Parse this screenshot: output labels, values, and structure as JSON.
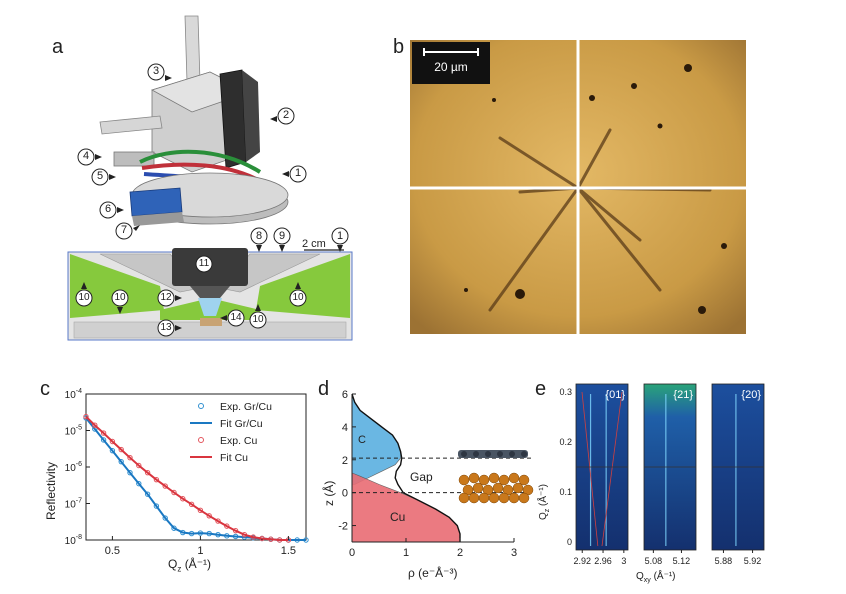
{
  "figure": {
    "panels": [
      {
        "letter": "a"
      },
      {
        "letter": "b"
      },
      {
        "letter": "c"
      },
      {
        "letter": "d"
      },
      {
        "letter": "e"
      }
    ]
  },
  "panel_a": {
    "top_callouts": [
      "3",
      "2",
      "4",
      "1",
      "5",
      "6",
      "7"
    ],
    "bottom_callouts": [
      "8",
      "9",
      "1",
      "11",
      "12",
      "13",
      "14",
      "10",
      "10",
      "10",
      "10"
    ],
    "scale_label": "2 cm",
    "colors": {
      "green": "#86c93d",
      "blue_cone": "#9fd3ee",
      "grey": "#c6c6c6"
    }
  },
  "panel_b": {
    "scale_label": "20 µm",
    "colors": {
      "background": "#c99a45",
      "crosshair": "#ffffff"
    }
  },
  "chart_data": [
    {
      "id": "c",
      "type": "scatter",
      "xlabel": "Q",
      "xlabel_sub": "z",
      "xlabel_unit": "(Å⁻¹)",
      "ylabel": "Reflectivity",
      "log_y": true,
      "xlim": [
        0.35,
        1.6
      ],
      "ylim": [
        1e-08,
        0.0001
      ],
      "x_ticks": [
        "0.5",
        "1",
        "1.5"
      ],
      "y_ticks": [
        {
          "base": "10",
          "exp": "-4"
        },
        {
          "base": "10",
          "exp": "-5"
        },
        {
          "base": "10",
          "exp": "-6"
        },
        {
          "base": "10",
          "exp": "-7"
        },
        {
          "base": "10",
          "exp": "-8"
        }
      ],
      "legend_position": "top-right",
      "series": [
        {
          "name": "Exp. Gr/Cu",
          "kind": "markers",
          "color": "#2f8fd0",
          "x": [
            0.35,
            0.4,
            0.45,
            0.5,
            0.55,
            0.6,
            0.65,
            0.7,
            0.75,
            0.8,
            0.85,
            0.9,
            0.95,
            1.0,
            1.05,
            1.1,
            1.15,
            1.2,
            1.25,
            1.3,
            1.35,
            1.4,
            1.45,
            1.5,
            1.55,
            1.6
          ],
          "y": [
            2.2e-05,
            1.1e-05,
            5.5e-06,
            2.8e-06,
            1.4e-06,
            7e-07,
            3.5e-07,
            1.8e-07,
            8.5e-08,
            4e-08,
            2.1e-08,
            1.6e-08,
            1.5e-08,
            1.55e-08,
            1.5e-08,
            1.4e-08,
            1.3e-08,
            1.25e-08,
            1.2e-08,
            1.15e-08,
            1.1e-08,
            1.05e-08,
            1e-08,
            1e-08,
            1e-08,
            1e-08
          ]
        },
        {
          "name": "Fit Gr/Cu",
          "kind": "line",
          "color": "#1a78c2",
          "x": [
            0.35,
            0.4,
            0.45,
            0.5,
            0.55,
            0.6,
            0.65,
            0.7,
            0.75,
            0.8,
            0.85,
            0.9,
            0.95,
            1.0,
            1.05,
            1.1,
            1.15,
            1.2,
            1.25,
            1.3,
            1.35,
            1.4,
            1.45,
            1.5,
            1.55,
            1.6
          ],
          "y": [
            2.2e-05,
            1.1e-05,
            5.5e-06,
            2.8e-06,
            1.4e-06,
            7e-07,
            3.5e-07,
            1.8e-07,
            8.5e-08,
            4e-08,
            2.1e-08,
            1.6e-08,
            1.5e-08,
            1.55e-08,
            1.5e-08,
            1.4e-08,
            1.3e-08,
            1.25e-08,
            1.2e-08,
            1.15e-08,
            1.1e-08,
            1.05e-08,
            1e-08,
            1e-08,
            1e-08,
            1e-08
          ]
        },
        {
          "name": "Exp. Cu",
          "kind": "markers",
          "color": "#e3545c",
          "x": [
            0.35,
            0.4,
            0.45,
            0.5,
            0.55,
            0.6,
            0.65,
            0.7,
            0.75,
            0.8,
            0.85,
            0.9,
            0.95,
            1.0,
            1.05,
            1.1,
            1.15,
            1.2,
            1.25,
            1.3,
            1.35,
            1.4,
            1.45,
            1.5
          ],
          "y": [
            2.4e-05,
            1.4e-05,
            8.5e-06,
            5e-06,
            3e-06,
            1.8e-06,
            1.1e-06,
            7e-07,
            4.5e-07,
            3e-07,
            2e-07,
            1.35e-07,
            9.5e-08,
            6.5e-08,
            4.6e-08,
            3.3e-08,
            2.4e-08,
            1.8e-08,
            1.4e-08,
            1.2e-08,
            1.1e-08,
            1.05e-08,
            1e-08,
            1e-08
          ]
        },
        {
          "name": "Fit Cu",
          "kind": "line",
          "color": "#d9353f",
          "x": [
            0.35,
            0.4,
            0.45,
            0.5,
            0.55,
            0.6,
            0.65,
            0.7,
            0.75,
            0.8,
            0.85,
            0.9,
            0.95,
            1.0,
            1.05,
            1.1,
            1.15,
            1.2,
            1.25,
            1.3,
            1.35,
            1.4,
            1.45,
            1.5
          ],
          "y": [
            2.4e-05,
            1.4e-05,
            8.5e-06,
            5e-06,
            3e-06,
            1.8e-06,
            1.1e-06,
            7e-07,
            4.5e-07,
            3e-07,
            2e-07,
            1.35e-07,
            9.5e-08,
            6.5e-08,
            4.6e-08,
            3.3e-08,
            2.4e-08,
            1.8e-08,
            1.4e-08,
            1.2e-08,
            1.1e-08,
            1.05e-08,
            1e-08,
            1e-08
          ]
        }
      ]
    },
    {
      "id": "d",
      "type": "area",
      "xlabel": "ρ (e⁻Å⁻³)",
      "ylabel": "z (Å)",
      "xlim": [
        0,
        3
      ],
      "ylim": [
        -3,
        6
      ],
      "x_ticks": [
        "0",
        "1",
        "2",
        "3"
      ],
      "y_ticks": [
        "6",
        "4",
        "2",
        "0",
        "-2"
      ],
      "dashed_levels": [
        2.1,
        0
      ],
      "region_labels": [
        "C",
        "Gap",
        "Cu"
      ],
      "series": [
        {
          "name": "C",
          "color": "#5ab0e0",
          "z": [
            6,
            5.5,
            5,
            4.5,
            4,
            3.5,
            3,
            2.5,
            2.1,
            1.7,
            1.3,
            0.9,
            0.5
          ],
          "rho": [
            0,
            0.05,
            0.15,
            0.35,
            0.55,
            0.75,
            0.85,
            0.9,
            0.9,
            0.8,
            0.55,
            0.3,
            0.05
          ]
        },
        {
          "name": "Cu",
          "color": "#e96c74",
          "z": [
            1.2,
            1,
            0.5,
            0,
            -0.5,
            -1,
            -1.5,
            -2,
            -2.5,
            -3
          ],
          "rho": [
            0,
            0.15,
            0.5,
            0.9,
            1.25,
            1.55,
            1.8,
            1.95,
            2.0,
            2.0
          ]
        },
        {
          "name": "total",
          "color": "#111111",
          "z": [
            6,
            5.5,
            5,
            4.5,
            4,
            3.5,
            3,
            2.5,
            2.1,
            1.7,
            1.3,
            0.9,
            0.5,
            0,
            -0.5,
            -1,
            -1.5,
            -2,
            -2.5,
            -3
          ],
          "rho": [
            0,
            0.05,
            0.15,
            0.35,
            0.55,
            0.75,
            0.85,
            0.9,
            0.92,
            0.9,
            0.82,
            0.8,
            0.85,
            0.95,
            1.25,
            1.55,
            1.8,
            1.95,
            2.0,
            2.0
          ]
        }
      ]
    },
    {
      "id": "e",
      "type": "heatmap",
      "ylabel": "Q",
      "ylabel_sub": "z",
      "ylabel_unit": "(Å⁻¹)",
      "xlabel": "Q",
      "xlabel_sub": "xy",
      "xlabel_unit": "(Å⁻¹)",
      "ylim": [
        0,
        0.3
      ],
      "y_ticks": [
        "0.3",
        "0.2",
        "0.1",
        "0"
      ],
      "maps": [
        {
          "title": "{01}",
          "x_ticks": [
            "2.92",
            "2.96",
            "3"
          ]
        },
        {
          "title": "{21}",
          "x_ticks": [
            "5.08",
            "5.12"
          ]
        },
        {
          "title": "{20}",
          "x_ticks": [
            "5.88",
            "5.92"
          ]
        }
      ]
    }
  ]
}
